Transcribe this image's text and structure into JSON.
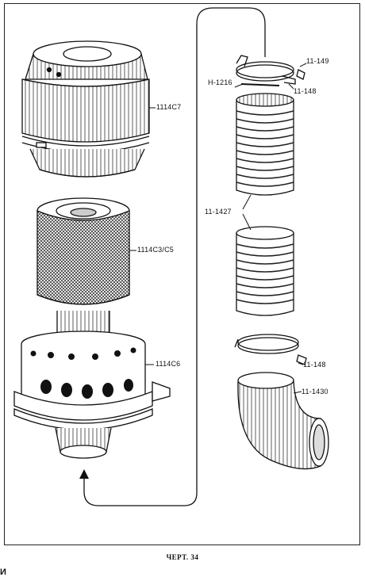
{
  "labels": {
    "cover": "1114C7",
    "filter_element": "1114C3/C5",
    "housing": "1114C6",
    "clamp_bolt": "H-1216",
    "clamp_nut": "11-149",
    "clamp_upper": "11-148",
    "hose": "11-1427",
    "clamp_lower": "11-148",
    "elbow": "11-1430"
  },
  "caption": "ЧЕРТ. 34",
  "corner_mark": "И"
}
